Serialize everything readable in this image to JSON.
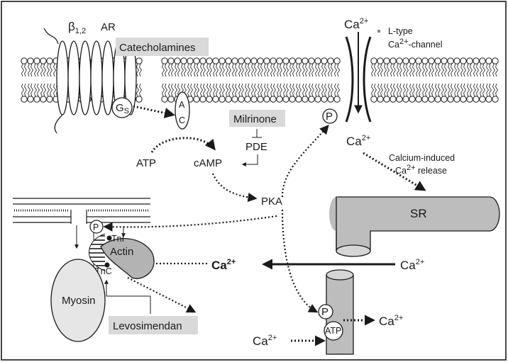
{
  "labels": {
    "receptor_beta": "β",
    "receptor_subscript": "1,2",
    "receptor_ar": "AR",
    "catecholamines": "Catecholamines",
    "gs_main": "G",
    "gs_sub": "S",
    "ac_a": "A",
    "ac_c": "C",
    "milrinone": "Milrinone",
    "pde": "PDE",
    "atp": "ATP",
    "camp": "cAMP",
    "pka": "PKA",
    "ca_base": "Ca",
    "ca_charge": "2+",
    "ltype_line1": "L-type",
    "ltype_line2_prefix": "Ca",
    "ltype_line2_suffix": "-channel",
    "cicr_line1": "Calcium-induced",
    "cicr_line2_prefix": "Ca",
    "cicr_line2_suffix": " release",
    "sr": "SR",
    "phospho": "P",
    "atp_pump": "ATP",
    "tni": "TnI",
    "tnc": "TnC",
    "actin": "Actin",
    "myosin": "Myosin",
    "levosimendan": "Levosimendan"
  },
  "colors": {
    "frame": "#333333",
    "ink": "#1a1a1a",
    "drug_box": "#d9d9d9",
    "sr_fill": "#bdbdbd",
    "actin_fill": "#b3b3b3",
    "myosin_fill": "#e6e6e6"
  }
}
